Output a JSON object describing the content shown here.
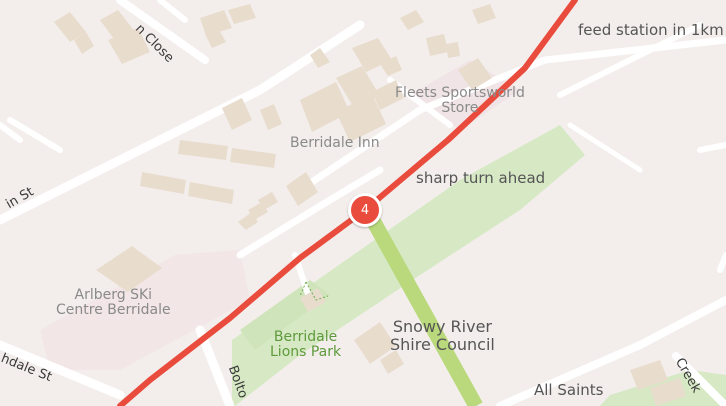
{
  "map": {
    "streets": [
      {
        "id": "close",
        "label": "n Close"
      },
      {
        "id": "st-left",
        "label": "in St"
      },
      {
        "id": "hdale",
        "label": "hdale St"
      },
      {
        "id": "bolton",
        "label": "Bolto"
      },
      {
        "id": "creek",
        "label": "Creek"
      }
    ],
    "places": {
      "fleets_line1": "Fleets Sportsworld",
      "fleets_line2": "Store",
      "inn": "Berridale Inn",
      "arlberg_line1": "Arlberg SKi",
      "arlberg_line2": "Centre Berridale",
      "park_line1": "Berridale",
      "park_line2": "Lions Park",
      "council_line1": "Snowy River",
      "council_line2": "Shire Council",
      "all_saints": "All Saints"
    },
    "route": {
      "color": "#e94b3c",
      "trail_color": "#b9d97c",
      "marker_number": "4",
      "annotations": {
        "feed": "feed station in 1km",
        "turn": "sharp turn ahead"
      }
    },
    "colors": {
      "background": "#f3eeec",
      "road": "#ffffff",
      "building": "#e8dccd",
      "park": "#d6e9c4"
    }
  }
}
